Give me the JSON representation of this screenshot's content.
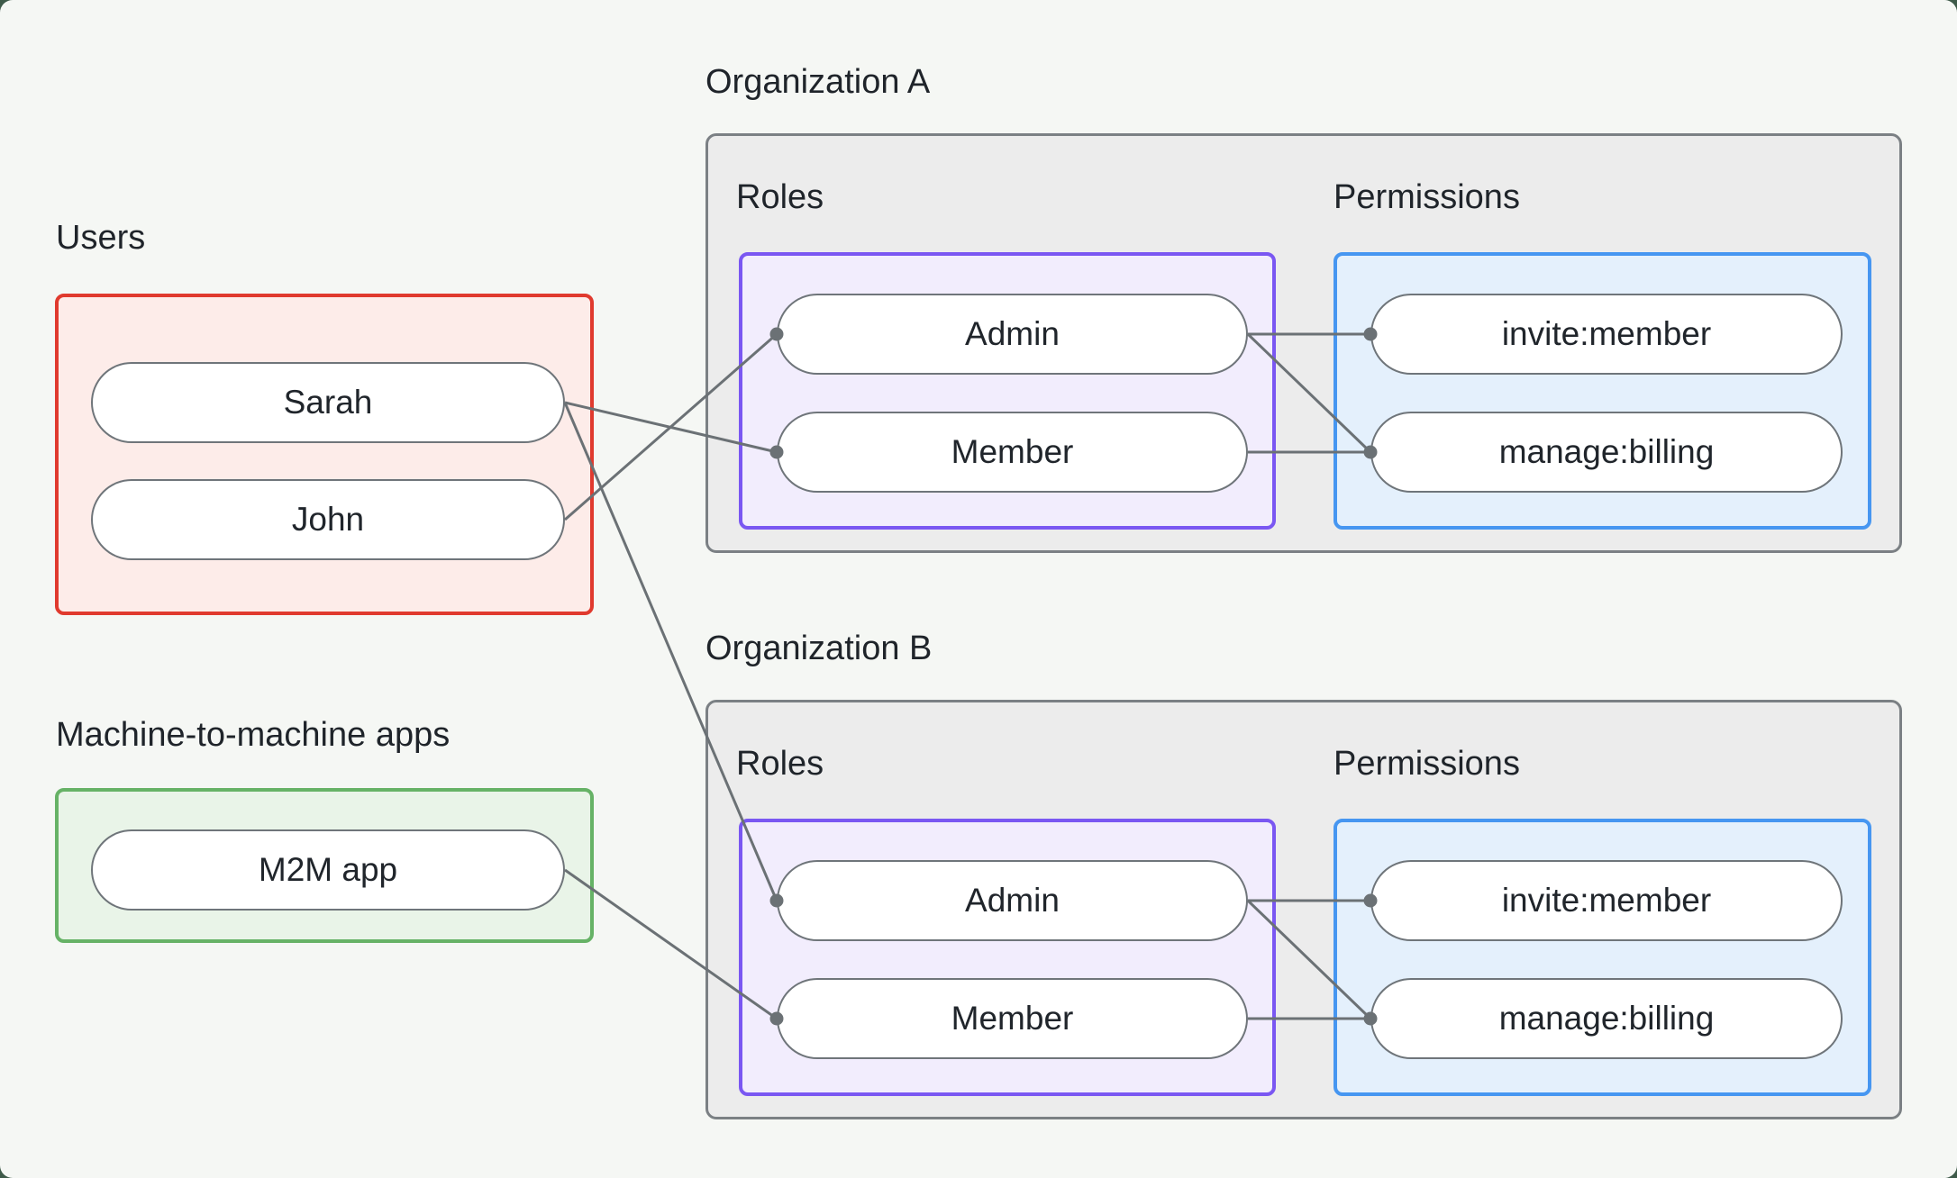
{
  "colors": {
    "page_background": "#3e5a49",
    "canvas_background": "#f5f7f4",
    "users_border": "#e03a2e",
    "users_fill": "#fdece9",
    "m2m_border": "#66b266",
    "m2m_fill": "#e9f4e8",
    "org_border": "#7b8084",
    "org_fill": "#ececec",
    "roles_border": "#7a57f2",
    "roles_fill": "#f2edfd",
    "permissions_border": "#4696f1",
    "permissions_fill": "#e4f0fc",
    "node_border": "#6f757a",
    "node_fill": "#ffffff",
    "wire": "#6b7175",
    "text": "#1f242a"
  },
  "groups": {
    "users": {
      "label": "Users",
      "items": [
        {
          "id": "sarah",
          "label": "Sarah"
        },
        {
          "id": "john",
          "label": "John"
        }
      ]
    },
    "m2m": {
      "label": "Machine-to-machine apps",
      "items": [
        {
          "id": "m2m-app",
          "label": "M2M app"
        }
      ]
    },
    "orgA": {
      "title": "Organization A",
      "roles_label": "Roles",
      "permissions_label": "Permissions",
      "roles": [
        {
          "id": "orgA-admin",
          "label": "Admin"
        },
        {
          "id": "orgA-member",
          "label": "Member"
        }
      ],
      "permissions": [
        {
          "id": "orgA-invite",
          "label": "invite:member"
        },
        {
          "id": "orgA-manage",
          "label": "manage:billing"
        }
      ]
    },
    "orgB": {
      "title": "Organization B",
      "roles_label": "Roles",
      "permissions_label": "Permissions",
      "roles": [
        {
          "id": "orgB-admin",
          "label": "Admin"
        },
        {
          "id": "orgB-member",
          "label": "Member"
        }
      ],
      "permissions": [
        {
          "id": "orgB-invite",
          "label": "invite:member"
        },
        {
          "id": "orgB-manage",
          "label": "manage:billing"
        }
      ]
    }
  },
  "connections": [
    {
      "from": "sarah",
      "to": "orgA-member"
    },
    {
      "from": "john",
      "to": "orgA-admin"
    },
    {
      "from": "sarah",
      "to": "orgB-admin"
    },
    {
      "from": "m2m-app",
      "to": "orgB-member"
    },
    {
      "from": "orgA-admin",
      "to": "orgA-invite"
    },
    {
      "from": "orgA-admin",
      "to": "orgA-manage"
    },
    {
      "from": "orgA-member",
      "to": "orgA-manage"
    },
    {
      "from": "orgB-admin",
      "to": "orgB-invite"
    },
    {
      "from": "orgB-admin",
      "to": "orgB-manage"
    },
    {
      "from": "orgB-member",
      "to": "orgB-manage"
    }
  ]
}
